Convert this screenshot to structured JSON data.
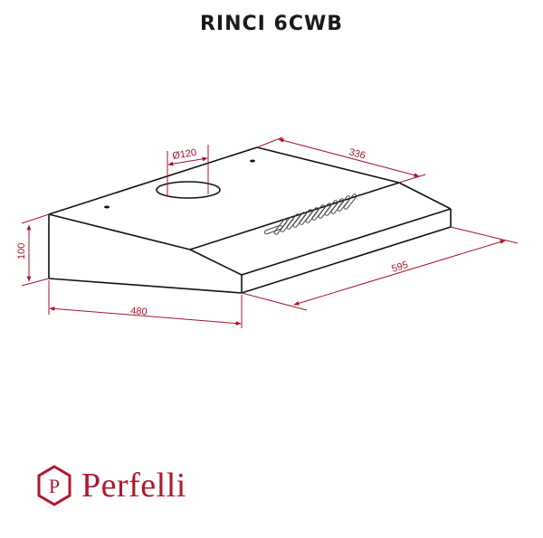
{
  "header": {
    "title": "RINCI 6CWB"
  },
  "drawing": {
    "subject": "cooker hood isometric dimension drawing",
    "line_color": "#111111",
    "dimension_color": "#a3162d",
    "vent_slot_count": 13,
    "dimensions": {
      "duct_diameter": "Ø120",
      "depth_top": "336",
      "width": "595",
      "height": "100",
      "depth": "480"
    }
  },
  "brand": {
    "name": "Perfelli",
    "logo_letter": "P",
    "color": "#b0182e"
  }
}
